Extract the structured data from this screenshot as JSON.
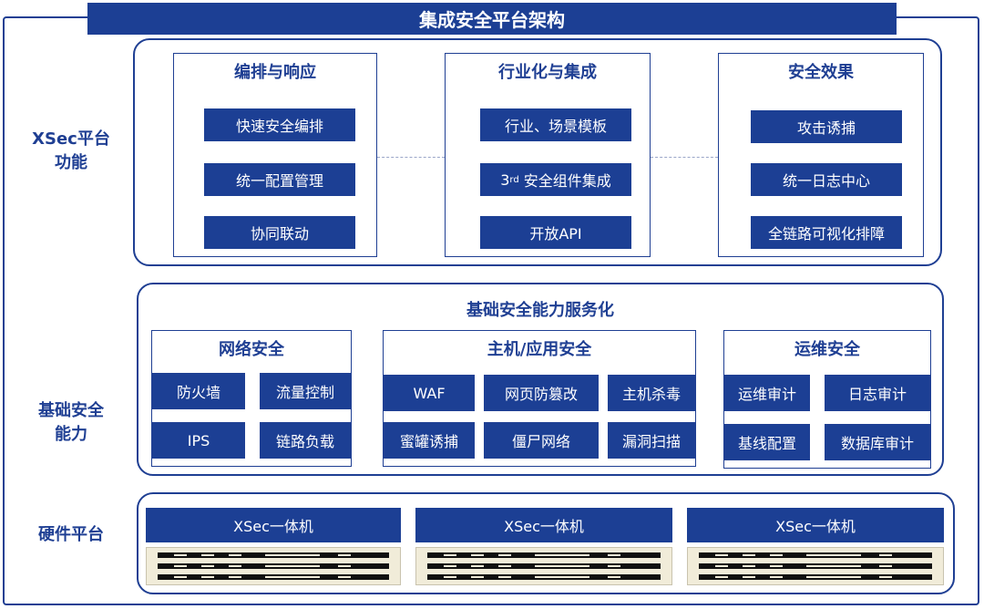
{
  "title": "集成安全平台架构",
  "sides": {
    "platform_line1": "XSec平台",
    "platform_line2": "功能",
    "basic_line1": "基础安全",
    "basic_line2": "能力",
    "hardware": "硬件平台"
  },
  "platform": {
    "panels": [
      {
        "title": "编排与响应",
        "items": [
          "快速安全编排",
          "统一配置管理",
          "协同联动"
        ]
      },
      {
        "title": "行业化与集成",
        "items": [
          "行业、场景模板",
          "3rd 安全组件集成",
          "开放API"
        ]
      },
      {
        "title": "安全效果",
        "items": [
          "攻击诱捕",
          "统一日志中心",
          "全链路可视化排障"
        ]
      }
    ]
  },
  "integration_item": {
    "prefix": "3",
    "sup": "rd",
    "suffix": " 安全组件集成"
  },
  "basic": {
    "title": "基础安全能力服务化",
    "panels": [
      {
        "title": "网络安全",
        "items": [
          "防火墙",
          "流量控制",
          "IPS",
          "链路负载"
        ]
      },
      {
        "title": "主机/应用安全",
        "items": [
          "WAF",
          "网页防篡改",
          "主机杀毒",
          "蜜罐诱捕",
          "僵尸网络",
          "漏洞扫描"
        ]
      },
      {
        "title": "运维安全",
        "items": [
          "运维审计",
          "日志审计",
          "基线配置",
          "数据库审计"
        ]
      }
    ]
  },
  "hardware": {
    "units": [
      "XSec一体机",
      "XSec一体机",
      "XSec一体机"
    ]
  },
  "colors": {
    "primary": "#1c3f94",
    "rack_bg": "#f1ecd9"
  }
}
